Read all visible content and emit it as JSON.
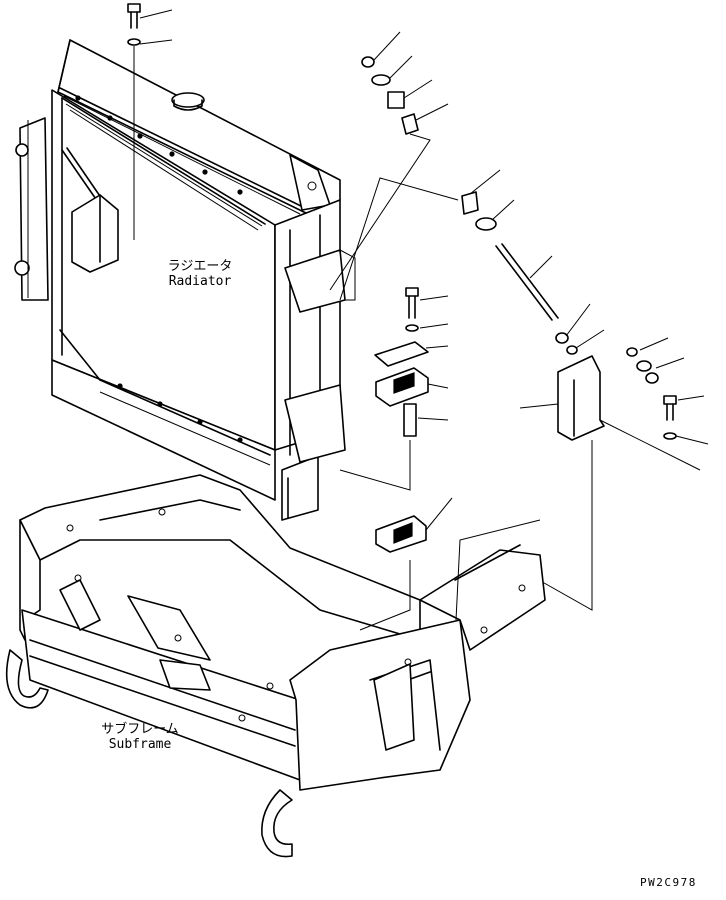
{
  "labels": {
    "radiator_jp": "ラジエータ",
    "radiator_en": "Radiator",
    "subframe_jp": "サブフレーム",
    "subframe_en": "Subframe"
  },
  "drawing_code": "PW2C978"
}
